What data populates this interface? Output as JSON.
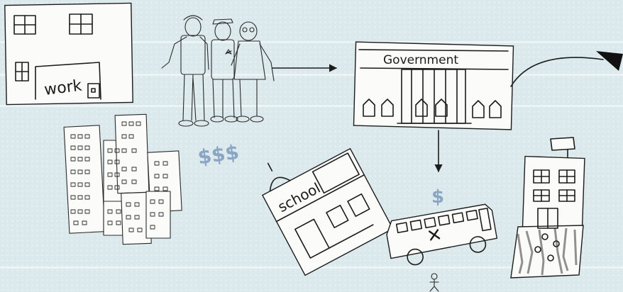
{
  "labels": {
    "work": "work",
    "government": "Government",
    "school": "school",
    "money_large": "$$$",
    "money_small": "$"
  },
  "colors": {
    "background": "#dbe9ec",
    "money": "#8aa6c4",
    "ink": "#1c1c1c",
    "paper": "#fbfbf9"
  },
  "icons": [
    "workplace-building",
    "workers-group",
    "government-building",
    "city-skyline",
    "school-building",
    "school-bus",
    "school-tower",
    "arrow"
  ]
}
